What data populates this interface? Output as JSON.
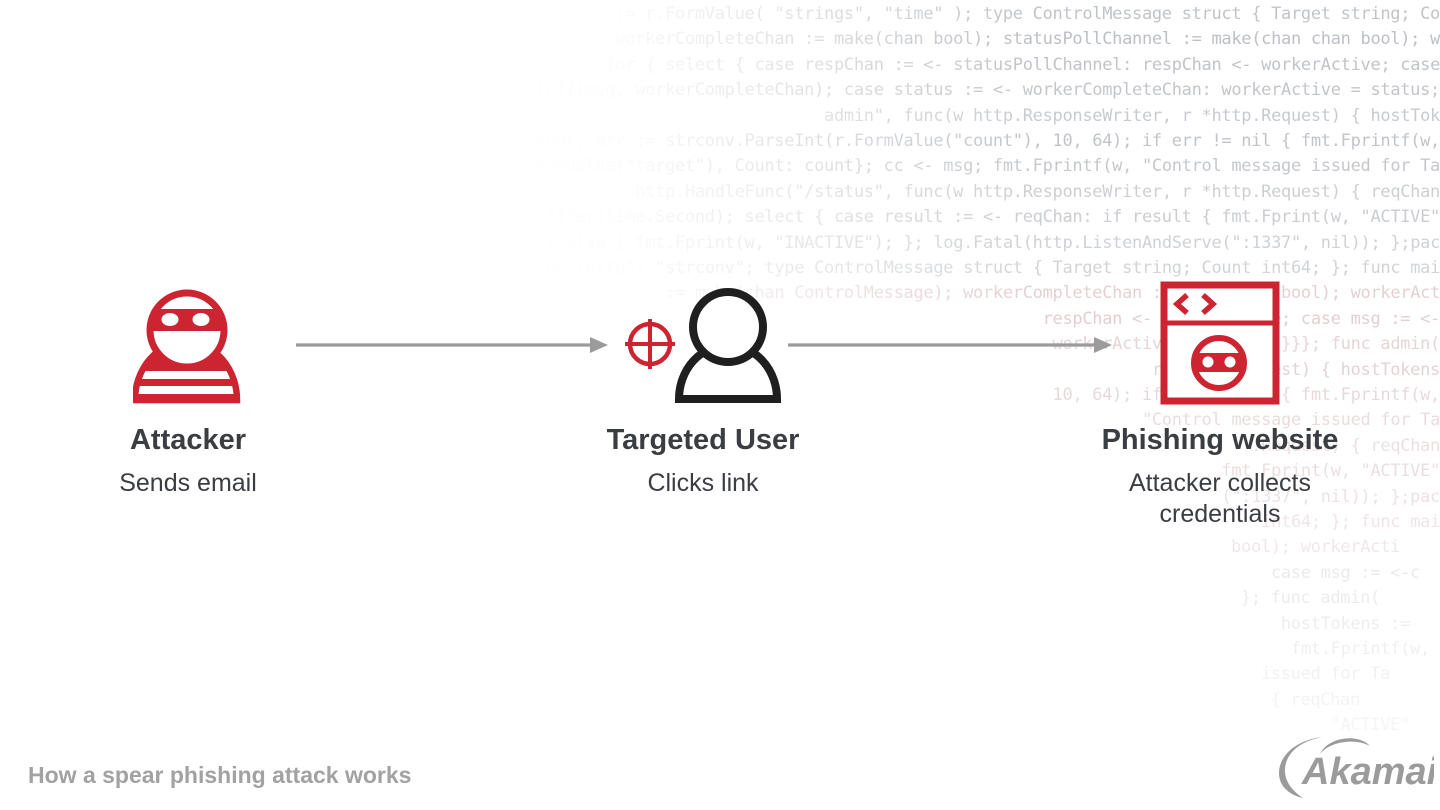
{
  "title": "How a spear phishing attack works",
  "brand": {
    "name": "Akamai",
    "logo_color": "#9b9b9b"
  },
  "colors": {
    "accent_red": "#cc2531",
    "icon_black": "#1f1f1f",
    "arrow_gray": "#9b9b9b",
    "label_dark": "#3a3d41",
    "caption_gray": "#a2a2a2",
    "code_gray": "#9aa1a8",
    "code_pink": "#c79fa2"
  },
  "diagram": {
    "steps": [
      {
        "title": "Attacker",
        "subtitle": "Sends email",
        "icon": "attacker-ninja-icon"
      },
      {
        "title": "Targeted User",
        "subtitle": "Clicks link",
        "icon": "targeted-user-icon"
      },
      {
        "title": "Phishing website",
        "subtitle": "Attacker collects credentials",
        "icon": "phishing-browser-icon"
      }
    ]
  },
  "background_code": {
    "language": "go",
    "lines": [
      {
        "t": ":= r.FormValue( \"strings\", \"time\" ); type ControlMessage struct { Target string; Co",
        "o": 0.62,
        "pink": false,
        "r": 0
      },
      {
        "t": "workerCompleteChan := make(chan bool); statusPollChannel := make(chan chan bool); w",
        "o": 0.66,
        "pink": false,
        "r": 0
      },
      {
        "t": "for { select { case respChan := <- statusPollChannel: respChan <- workerActive; case",
        "o": 0.62,
        "pink": false,
        "r": 0
      },
      {
        "t": "doStuff(msg, workerCompleteChan); case status := <- workerCompleteChan: workerActive = status;",
        "o": 0.6,
        "pink": false,
        "r": 0
      },
      {
        "t": "admin\", func(w http.ResponseWriter, r *http.Request) { hostTok",
        "o": 0.55,
        "pink": false,
        "r": 0
      },
      {
        "t": "count, err := strconv.ParseInt(r.FormValue(\"count\"), 10, 64); if err != nil { fmt.Fprintf(w,",
        "o": 0.62,
        "pink": false,
        "r": 0
      },
      {
        "t": "{Target: r.FormValue(\"target\"), Count: count}; cc <- msg; fmt.Fprintf(w, \"Control message issued for Ta",
        "o": 0.58,
        "pink": false,
        "r": 0
      },
      {
        "t": "http.HandleFunc(\"/status\", func(w http.ResponseWriter, r *http.Request) { reqChan",
        "o": 0.5,
        "pink": false,
        "r": 0
      },
      {
        "t": "timeout := time.After(time.Second); select { case result := <- reqChan: if result { fmt.Fprint(w, \"ACTIVE\"",
        "o": 0.52,
        "pink": false,
        "r": 0
      },
      {
        "t": "} else { fmt.Fprint(w, \"INACTIVE\"); }; log.Fatal(http.ListenAndServe(\":1337\", nil)); };pac",
        "o": 0.48,
        "pink": false,
        "r": 0
      },
      {
        "t": "\"net/http\"; \"strconv\"; type ControlMessage struct { Target string; Count int64; }; func mai",
        "o": 0.45,
        "pink": false,
        "r": 0
      },
      {
        "t": ":= make(chan ControlMessage); workerCompleteChan := make(chan bool); workerAct",
        "o": 0.48,
        "pink": true,
        "r": 0
      },
      {
        "t": "respChan <- workerActive; case msg := <-",
        "o": 0.5,
        "pink": true,
        "r": 0
      },
      {
        "t": "workerActive = status; }}}; func admin(",
        "o": 0.44,
        "pink": true,
        "r": 0
      },
      {
        "t": "r *http.Request) { hostTokens",
        "o": 0.46,
        "pink": true,
        "r": 0
      },
      {
        "t": "10, 64); if err != nil { fmt.Fprintf(w,",
        "o": 0.4,
        "pink": true,
        "r": 0
      },
      {
        "t": "\"Control message issued for Ta",
        "o": 0.36,
        "pink": true,
        "r": 0
      },
      {
        "t": ".Request) { reqChan",
        "o": 0.32,
        "pink": true,
        "r": 0
      },
      {
        "t": "fmt.Fprint(w, \"ACTIVE\"",
        "o": 0.34,
        "pink": true,
        "r": 0
      },
      {
        "t": "(\":1337\", nil)); };pac",
        "o": 0.3,
        "pink": true,
        "r": 0
      },
      {
        "t": "int64; }; func mai",
        "o": 0.26,
        "pink": true,
        "r": 0
      },
      {
        "t": "bool); workerActi",
        "o": 0.24,
        "pink": true,
        "r": 40
      },
      {
        "t": "case msg := <-c",
        "o": 0.22,
        "pink": false,
        "r": 20
      },
      {
        "t": "}; func admin(",
        "o": 0.2,
        "pink": false,
        "r": 60
      },
      {
        "t": "hostTokens :=",
        "o": 0.18,
        "pink": false,
        "r": 30
      },
      {
        "t": "fmt.Fprintf(w,",
        "o": 0.16,
        "pink": false,
        "r": 10
      },
      {
        "t": "issued for Ta",
        "o": 0.14,
        "pink": false,
        "r": 50
      },
      {
        "t": "{ reqChan",
        "o": 0.12,
        "pink": false,
        "r": 80
      },
      {
        "t": "\"ACTIVE\"",
        "o": 0.1,
        "pink": false,
        "r": 30
      }
    ]
  }
}
